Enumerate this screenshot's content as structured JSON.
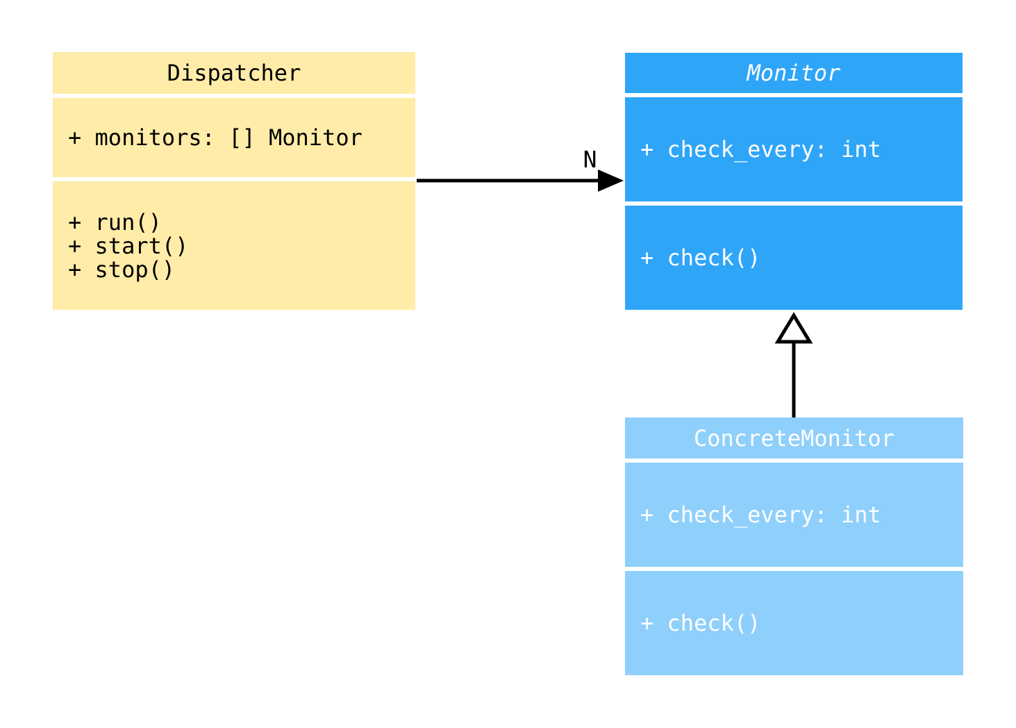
{
  "diagram": {
    "type": "uml-class-diagram",
    "background_color": "#ffffff",
    "line_color": "#000000",
    "classes": [
      {
        "id": "dispatcher",
        "name": "Dispatcher",
        "abstract": false,
        "fill": "#FFECA9",
        "text_color": "#000000",
        "attributes": [
          "+ monitors: [] Monitor"
        ],
        "methods": [
          "+ run()",
          "+ start()",
          "+ stop()"
        ]
      },
      {
        "id": "monitor",
        "name": "Monitor",
        "abstract": true,
        "fill": "#2FA5F8",
        "text_color": "#ffffff",
        "attributes": [
          "+ check_every: int"
        ],
        "methods": [
          "+ check()"
        ]
      },
      {
        "id": "concrete-monitor",
        "name": "ConcreteMonitor",
        "abstract": false,
        "fill": "#8FCFFB",
        "text_color": "#ffffff",
        "attributes": [
          "+ check_every: int"
        ],
        "methods": [
          "+ check()"
        ]
      }
    ],
    "relationships": [
      {
        "type": "association",
        "from": "Dispatcher",
        "to": "Monitor",
        "multiplicity_label": "N"
      },
      {
        "type": "inheritance",
        "from": "ConcreteMonitor",
        "to": "Monitor",
        "multiplicity_label": ""
      }
    ]
  }
}
